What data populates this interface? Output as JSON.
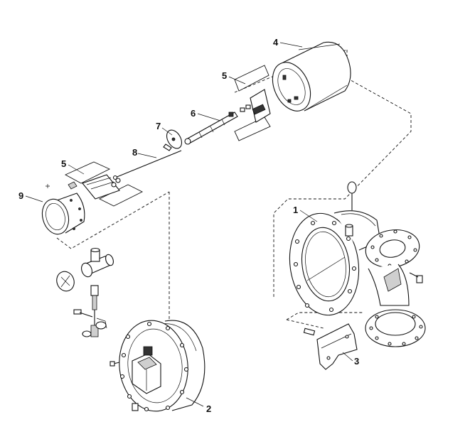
{
  "callouts": [
    {
      "id": "1",
      "label": "1"
    },
    {
      "id": "2",
      "label": "2"
    },
    {
      "id": "3",
      "label": "3"
    },
    {
      "id": "4",
      "label": "4"
    },
    {
      "id": "5a",
      "label": "5"
    },
    {
      "id": "5b",
      "label": "5"
    },
    {
      "id": "6",
      "label": "6"
    },
    {
      "id": "7",
      "label": "7"
    },
    {
      "id": "8",
      "label": "8"
    },
    {
      "id": "9",
      "label": "9"
    }
  ]
}
